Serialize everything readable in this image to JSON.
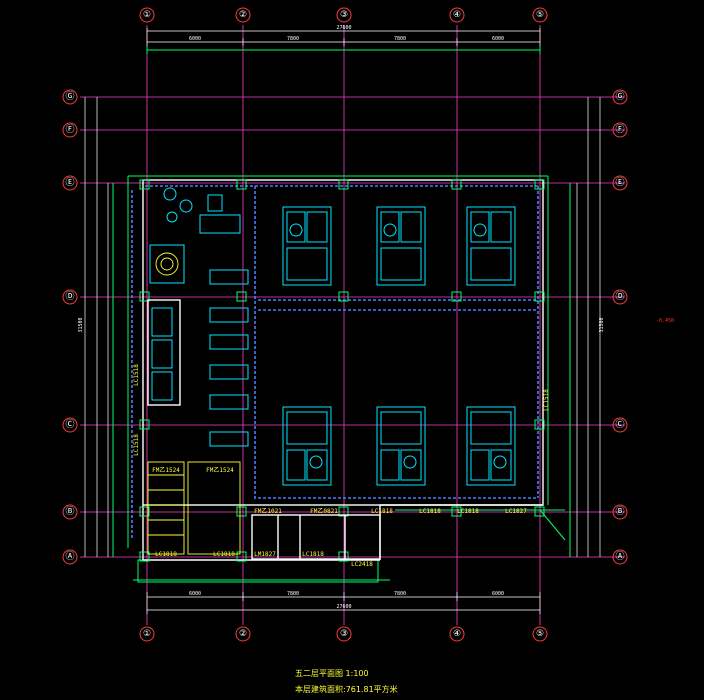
{
  "grid": {
    "columns": [
      "①",
      "②",
      "③",
      "④",
      "⑤"
    ],
    "rows": [
      "Ⓐ",
      "Ⓑ",
      "Ⓒ",
      "Ⓓ",
      "Ⓔ",
      "Ⓕ",
      "Ⓖ"
    ]
  },
  "dimensions": {
    "top_segments": [
      "6000",
      "7800",
      "7800",
      "6000"
    ],
    "top_total": "27600",
    "bottom_segments": [
      "6000",
      "7800",
      "7800",
      "6000"
    ],
    "bottom_total": "27600",
    "left_total": "31500",
    "right_total": "31500"
  },
  "door_tags": {
    "fm1": "FM乙1524",
    "fm2": "FM乙1524",
    "fm3": "FM乙1021",
    "fm4": "FM乙0821",
    "lc1": "LC1818",
    "lc2": "LC1818",
    "lc3": "LC1818",
    "lc4": "LC1818",
    "lc5": "LC1818",
    "lc6": "LC1827",
    "lm1": "LM1827",
    "lc7": "LC2418",
    "lc8": "LC1818",
    "lc9": "LC1518",
    "lc10": "LC1518",
    "lc11": "LC1518"
  },
  "side_note": "-0.450",
  "title": {
    "line1": "五二层平面图  1:100",
    "line2": "本层建筑面积:761.81平方米"
  },
  "colors": {
    "background": "#000000",
    "axis": "#ff3bd0",
    "bubble": "#ff3b3b",
    "dimension": "#ffffff",
    "equipment": "#00e5ff",
    "partition": "#4d7bff",
    "wall_green": "#00ff6a",
    "text_yellow": "#ffff33"
  }
}
